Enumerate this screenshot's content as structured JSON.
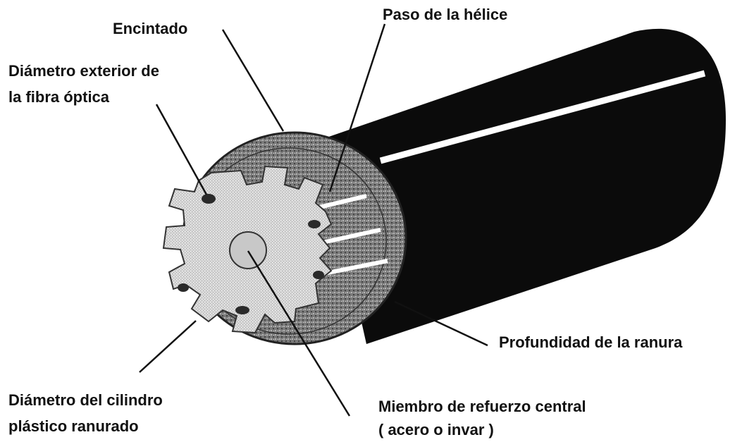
{
  "labels": {
    "encintado": "Encintado",
    "paso_helice": "Paso de la hélice",
    "diametro_fibra_1": "Diámetro exterior de",
    "diametro_fibra_2": "la fibra óptica",
    "profundidad": "Profundidad de la ranura",
    "diametro_cilindro_1": "Diámetro del cilindro",
    "diametro_cilindro_2": "plástico ranurado",
    "miembro_1": "Miembro de refuerzo central",
    "miembro_2": "( acero o invar )"
  },
  "colors": {
    "jacket": "#0b0b0b",
    "stripe": "#ffffff",
    "tape": "#8c8c8c",
    "core": "#d8d8d8",
    "text": "#111111"
  }
}
